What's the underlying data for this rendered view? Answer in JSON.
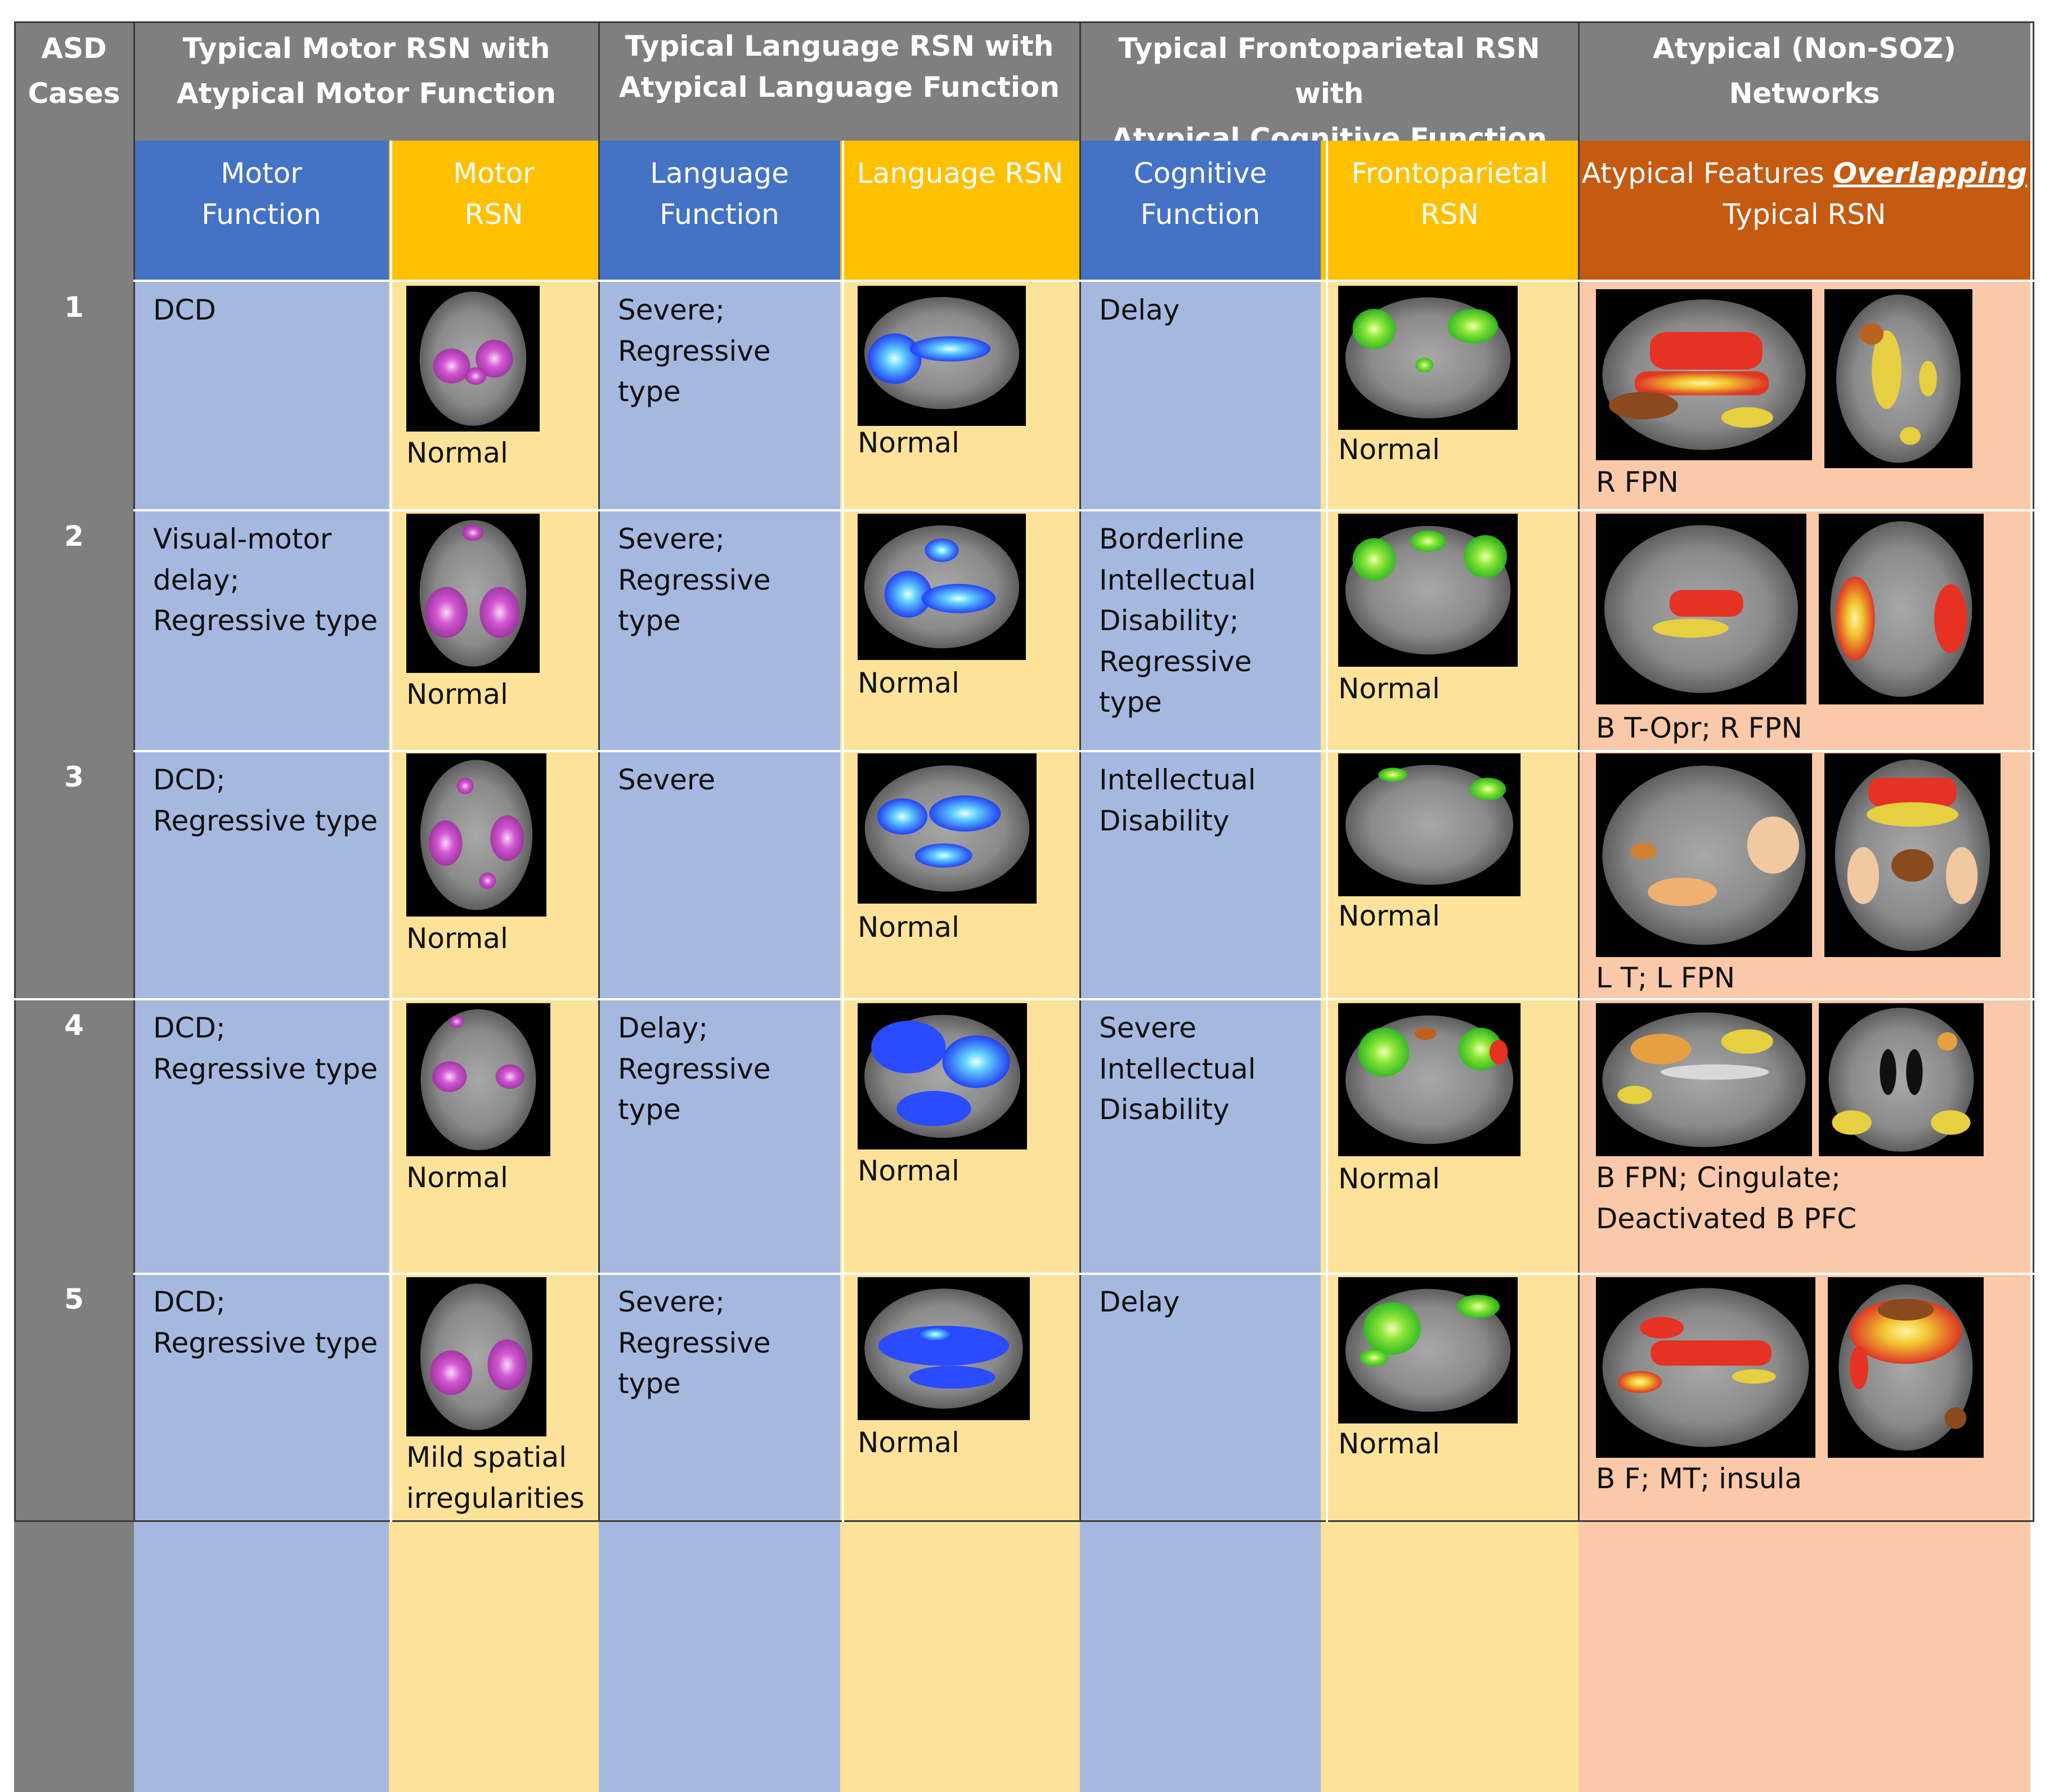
{
  "header": {
    "asd_cases": "ASD\nCases",
    "group_motor": "Typical Motor RSN with\nAtypical Motor Function",
    "group_language": "Typical Language RSN with\nAtypical Language Function",
    "group_fp": "Typical Frontoparietal RSN with\nAtypical Cognitive Function",
    "group_atypical": "Atypical (Non-SOZ) Networks",
    "sub_motor_function": "Motor\nFunction",
    "sub_motor_rsn": "Motor\nRSN",
    "sub_language_function": "Language\nFunction",
    "sub_language_rsn": "Language RSN",
    "sub_cognitive_function": "Cognitive\nFunction",
    "sub_fp_rsn": "Frontoparietal\nRSN",
    "sub_atypical_prefix": "Atypical Features ",
    "sub_atypical_emph": "Overlapping",
    "sub_atypical_suffix": "Typical RSN"
  },
  "colors": {
    "gray": "#7f7f7f",
    "blue_header": "#4472c4",
    "gold_header": "#ffc000",
    "rust_header": "#c55a11",
    "light_blue": "#a5b9e0",
    "light_yellow": "#fde39a",
    "light_orange": "#f9c9a9",
    "motor_map": "#c03cc8",
    "language_map": "#1e4bff",
    "fp_map": "#3fd22a",
    "atypical_map": "#e63222"
  },
  "rows": [
    {
      "case": "1",
      "motor_function": "DCD",
      "motor_rsn_caption": "Normal",
      "language_function": "Severe;\nRegressive\ntype",
      "language_rsn_caption": "Normal",
      "cognitive_function": "Delay",
      "fp_rsn_caption": "Normal",
      "atypical_caption": "R FPN"
    },
    {
      "case": "2",
      "motor_function": "Visual-motor\ndelay;\nRegressive type",
      "motor_rsn_caption": "Normal",
      "language_function": "Severe;\nRegressive\ntype",
      "language_rsn_caption": "Normal",
      "cognitive_function": "Borderline\nIntellectual\nDisability;\nRegressive\ntype",
      "fp_rsn_caption": "Normal",
      "atypical_caption": "B T-Opr; R FPN"
    },
    {
      "case": "3",
      "motor_function": "DCD;\nRegressive type",
      "motor_rsn_caption": "Normal",
      "language_function": "Severe",
      "language_rsn_caption": "Normal",
      "cognitive_function": "Intellectual\nDisability",
      "fp_rsn_caption": "Normal",
      "atypical_caption": "L T; L FPN"
    },
    {
      "case": "4",
      "motor_function": "DCD;\nRegressive type",
      "motor_rsn_caption": "Normal",
      "language_function": "Delay;\nRegressive\ntype",
      "language_rsn_caption": "Normal",
      "cognitive_function": "Severe\nIntellectual\nDisability",
      "fp_rsn_caption": "Normal",
      "atypical_caption": "B FPN; Cingulate;\nDeactivated B PFC"
    },
    {
      "case": "5",
      "motor_function": "DCD;\nRegressive type",
      "motor_rsn_caption": "Mild spatial\nirregularities",
      "language_function": "Severe;\nRegressive\ntype",
      "language_rsn_caption": "Normal",
      "cognitive_function": "Delay",
      "fp_rsn_caption": "Normal",
      "atypical_caption": "B F; MT; insula"
    }
  ]
}
